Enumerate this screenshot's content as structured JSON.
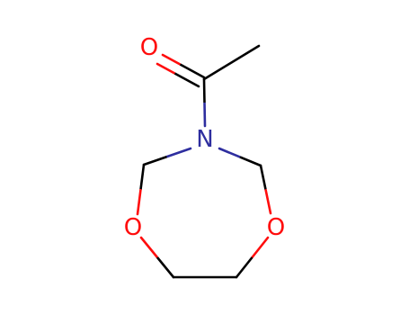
{
  "molecule": {
    "atoms": {
      "carbonyl_oxygen": {
        "symbol": "O",
        "color": "#ff0d0d"
      },
      "nitrogen": {
        "symbol": "N",
        "color": "#2e2e9f"
      },
      "ring_oxygen_left": {
        "symbol": "O",
        "color": "#ff0d0d"
      },
      "ring_oxygen_right": {
        "symbol": "O",
        "color": "#ff0d0d"
      }
    },
    "bond_color": "#000000"
  }
}
